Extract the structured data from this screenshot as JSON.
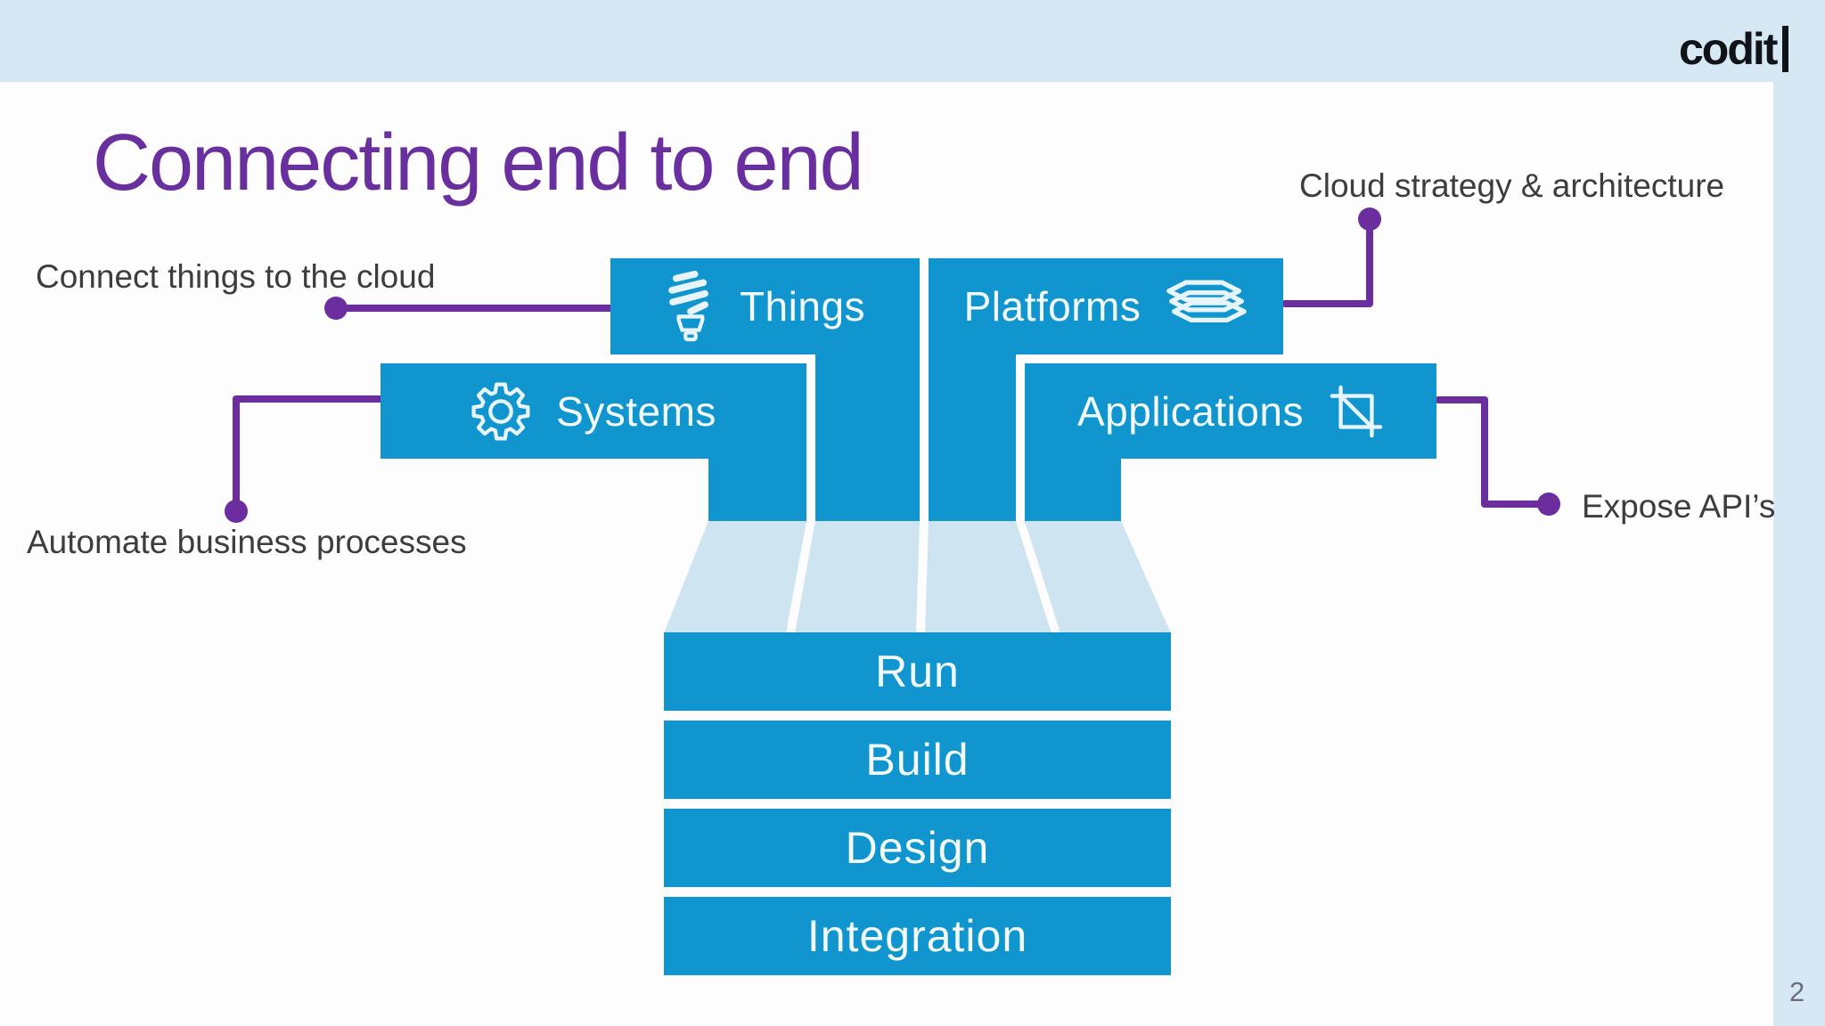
{
  "slide": {
    "logo_text": "codit",
    "page_number": "2",
    "title": "Connecting end to end",
    "annotations": {
      "connect_things": "Connect things to the cloud",
      "cloud_strategy": "Cloud strategy & architecture",
      "automate": "Automate business processes",
      "expose_apis": "Expose API’s"
    },
    "boxes": {
      "things": {
        "label": "Things",
        "icon": "cfl-bulb-icon"
      },
      "platforms": {
        "label": "Platforms",
        "icon": "layers-icon"
      },
      "systems": {
        "label": "Systems",
        "icon": "gear-icon"
      },
      "applications": {
        "label": "Applications",
        "icon": "crop-icon"
      }
    },
    "stack": [
      {
        "label": "Run"
      },
      {
        "label": "Build"
      },
      {
        "label": "Design"
      },
      {
        "label": "Integration"
      }
    ],
    "colors": {
      "box_blue": "#1095ce",
      "funnel_blue": "#cfe4f1",
      "band_blue": "#d6e8f3",
      "purple": "#6c2e9e",
      "title_purple": "#6a2f9f",
      "annotation_gray": "#3d3d3d"
    }
  }
}
